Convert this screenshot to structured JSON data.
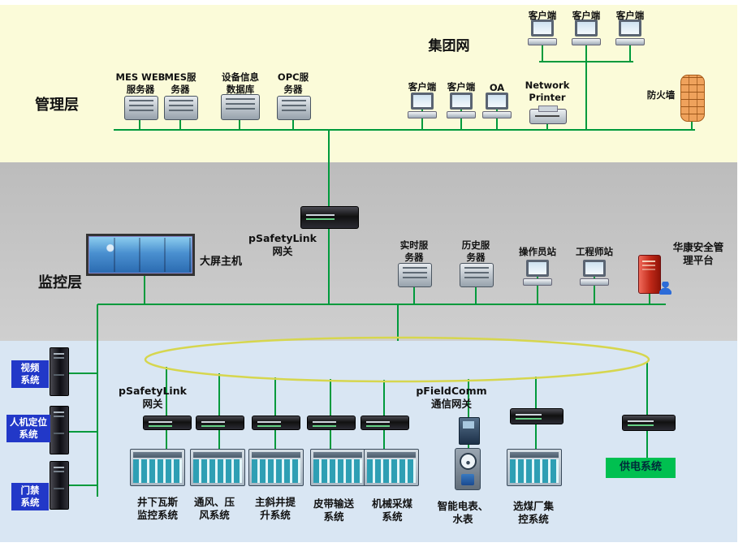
{
  "layers": {
    "management_label": "管理层",
    "monitoring_label": "监控层",
    "group_network_label": "集团网"
  },
  "management": {
    "servers": [
      {
        "label": "MES WEB\n服务器"
      },
      {
        "label": "MES服\n务器"
      },
      {
        "label": "设备信息\n数据库"
      },
      {
        "label": "OPC服\n务器"
      }
    ],
    "top_clients": [
      {
        "label": "客户端"
      },
      {
        "label": "客户端"
      },
      {
        "label": "客户端"
      }
    ],
    "row_clients": [
      {
        "label": "客户端"
      },
      {
        "label": "客户端"
      },
      {
        "label": "OA"
      }
    ],
    "printer_label": "Network\nPrinter",
    "firewall_label": "防火墙"
  },
  "monitoring": {
    "gateway_label": "pSafetyLink\n网关",
    "big_screen_label": "大屏主机",
    "stations": [
      {
        "label": "实时服\n务器"
      },
      {
        "label": "历史服\n务器"
      },
      {
        "label": "操作员站"
      },
      {
        "label": "工程师站"
      },
      {
        "label": "华康安全管\n理平台"
      }
    ]
  },
  "field": {
    "gateway_label": "pSafetyLink\n网关",
    "fieldcomm_label": "pFieldComm\n通信网关",
    "left_systems": [
      {
        "label": "视频\n系统"
      },
      {
        "label": "人机定位\n系统"
      },
      {
        "label": "门禁\n系统"
      }
    ],
    "bottom_systems": [
      {
        "label": "井下瓦斯\n监控系统"
      },
      {
        "label": "通风、压\n风系统"
      },
      {
        "label": "主斜井提\n升系统"
      },
      {
        "label": "皮带输送\n系统"
      },
      {
        "label": "机械采煤\n系统"
      },
      {
        "label": "智能电表、\n水表"
      },
      {
        "label": "选煤厂集\n控系统"
      }
    ],
    "power_label": "供电系统"
  },
  "colors": {
    "line_green": "#009a3c",
    "ring_yellow": "#d6d64e",
    "management_bg": "#fbfbd9",
    "monitoring_bg": "#c6c6c6",
    "field_bg": "#d9e6f3",
    "label_blue_bg": "#2238c8",
    "power_green_bg": "#00c050"
  }
}
